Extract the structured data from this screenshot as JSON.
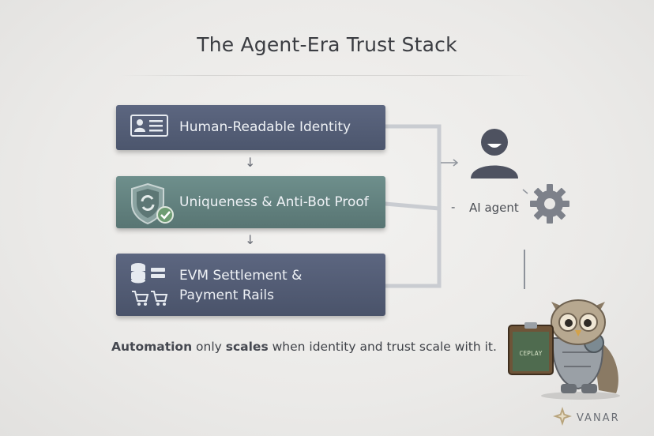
{
  "title": "The Agent-Era Trust Stack",
  "layers": [
    {
      "label": "Human-Readable Identity",
      "icon": "id-card-icon"
    },
    {
      "label": "Uniqueness & Anti-Bot Proof",
      "icon": "shield-check-icon"
    },
    {
      "label_line1": "EVM Settlement &",
      "label_line2": "Payment Rails",
      "icon": "database-cart-icon"
    }
  ],
  "agent": {
    "label": "AI agent",
    "dash": "-"
  },
  "tagline": {
    "bold1": "Automation",
    "text1": " only ",
    "bold2": "scales",
    "text2": " when identity and trust scale with it."
  },
  "mascot": {
    "clipboard_text": "CEPLAY"
  },
  "brand": {
    "name": "VANAR"
  },
  "colors": {
    "navy": "#535d76",
    "teal": "#62817e",
    "background": "#ebeae8"
  }
}
